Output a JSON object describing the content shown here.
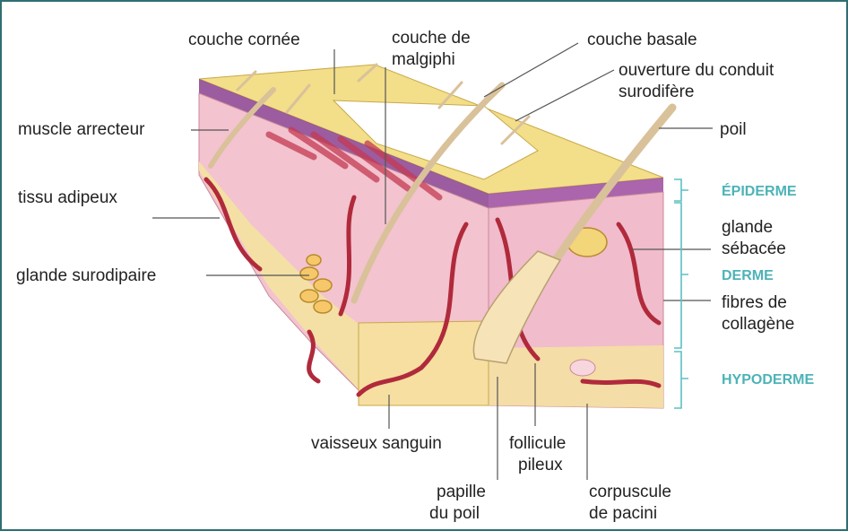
{
  "labels": {
    "couche_cornee": "couche cornée",
    "couche_malpighi_1": "couche de",
    "couche_malpighi_2": "malgiphi",
    "couche_basale": "couche basale",
    "ouverture_1": "ouverture du conduit",
    "ouverture_2": "surodifère",
    "muscle_arrecteur": "muscle arrecteur",
    "poil": "poil",
    "tissu_adipeux": "tissu adipeux",
    "glande_sebacee_1": "glande",
    "glande_sebacee_2": "sébacée",
    "glande_surodipaire": "glande surodipaire",
    "fibres_collagene_1": "fibres de",
    "fibres_collagene_2": "collagène",
    "vaisseux_sanguin": "vaisseux sanguin",
    "follicule_1": "follicule",
    "follicule_2": "pileux",
    "papille_1": "papille",
    "papille_2": "du poil",
    "corpuscule_1": "corpuscule",
    "corpuscule_2": "de pacini"
  },
  "layers": {
    "epiderme": "ÉPIDERME",
    "derme": "DERME",
    "hypoderme": "HYPODERME"
  },
  "colors": {
    "frame": "#2f6f72",
    "layer_label": "#4db3b7",
    "skin_pink": "#f3c3cf",
    "epidermis_purple": "#8a3f8f",
    "horny_yellow": "#f3de8a",
    "fat_yellow": "#f4e3a0",
    "vessel_red": "#b02a3c",
    "hair": "#d9c19a"
  }
}
